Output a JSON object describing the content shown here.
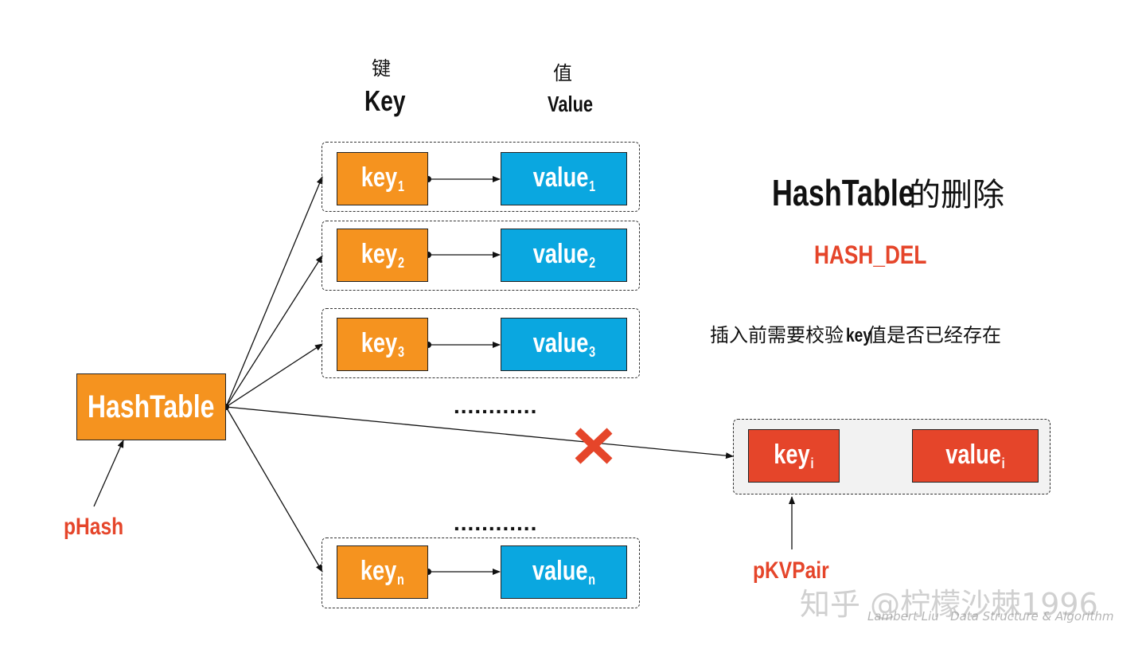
{
  "header": {
    "key_cn": "键",
    "key_en": "Key",
    "value_cn": "值",
    "value_en": "Value"
  },
  "title": {
    "main": "HashTable",
    "suffix": "的删除",
    "macro": "HASH_DEL",
    "note_pre": "插入前需要校验",
    "note_key": "key",
    "note_post": "值是否已经存在"
  },
  "hashtable": {
    "label": "HashTable"
  },
  "pointers": {
    "phash": "pHash",
    "pkvpair": "pKVPair"
  },
  "entries": [
    {
      "key": "key",
      "key_sub": "1",
      "value": "value",
      "value_sub": "1"
    },
    {
      "key": "key",
      "key_sub": "2",
      "value": "value",
      "value_sub": "2"
    },
    {
      "key": "key",
      "key_sub": "3",
      "value": "value",
      "value_sub": "3"
    },
    {
      "key": "key",
      "key_sub": "n",
      "value": "value",
      "value_sub": "n"
    }
  ],
  "deleted_entry": {
    "key": "key",
    "key_sub": "i",
    "value": "value",
    "value_sub": "i"
  },
  "ellipsis": "............",
  "watermark": {
    "zhihu": "知乎 @柠檬沙棘1996",
    "author": "Lambert Liu   Data Structure & Algorithm"
  },
  "colors": {
    "key": "#f5931f",
    "value": "#0aa7e0",
    "deleted": "#e5452a",
    "cross": "#e5452a"
  }
}
